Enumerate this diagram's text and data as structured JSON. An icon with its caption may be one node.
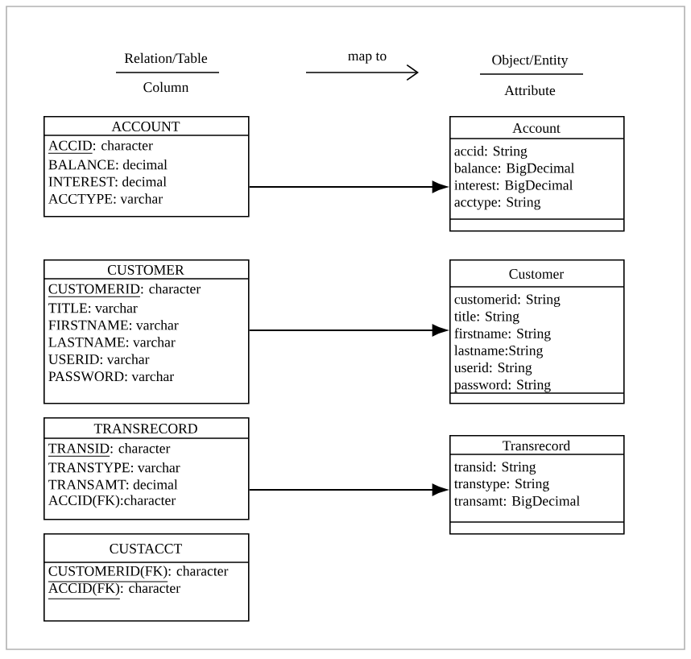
{
  "diagram": {
    "nodes": [
      {
        "text": [
          "ACCOUNT",
          "ACCID",
          ": character",
          "BALANCE: decimal",
          "INTEREST: decimal",
          "ACCTYPE: varchar"
        ]
      },
      {
        "text": [
          "CUSTOMER",
          "CUSTOMERID",
          ": character",
          "TITLE: varchar",
          "FIRSTNAME: varchar",
          "LASTNAME: varchar",
          "USERID: varchar",
          "PASSWORD: varchar"
        ]
      },
      {
        "text": [
          "TRANSRECORD",
          "TRANSID",
          ": character",
          "TRANSTYPE: varchar",
          "TRANSAMT: decimal",
          "ACCID(FK):character"
        ]
      },
      {
        "text": [
          "CUSTACCT",
          "CUSTOMERID(FK)",
          ": character",
          "ACCID(FK)",
          ": character"
        ]
      },
      {
        "text": [
          "Account",
          "accid: String",
          "balance: BigDecimal",
          "interest: BigDecimal",
          "acctype: String"
        ]
      },
      {
        "text": [
          "Customer",
          "customerid: String",
          "title: String",
          "firstname: String",
          "lastname:String",
          "userid: String",
          "password: String"
        ]
      },
      {
        "text": [
          "Transrecord",
          "transid: String",
          "transtype: String",
          "transamt: BigDecimal"
        ]
      }
    ],
    "edges": [
      {
        "from": 0,
        "to": 4,
        "arrow": "to"
      },
      {
        "from": 1,
        "to": 5,
        "arrow": "to"
      },
      {
        "from": 2,
        "to": 6,
        "arrow": "to"
      }
    ],
    "labels": [
      "Relation/Table",
      "map to",
      "Object/Entity",
      "Column",
      "Attribute"
    ]
  }
}
